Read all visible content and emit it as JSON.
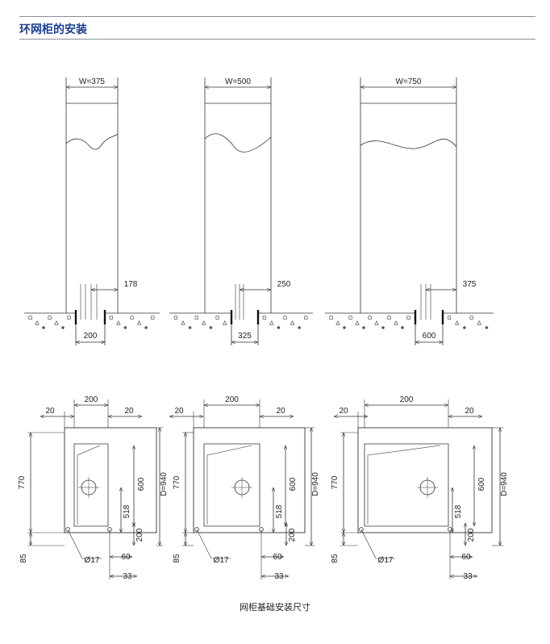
{
  "page": {
    "title": "环网柜的安装",
    "caption": "网柜基础安装尺寸"
  },
  "elevations": [
    {
      "width_label": "W=375",
      "offset_label": "178",
      "base_label": "200"
    },
    {
      "width_label": "W=500",
      "offset_label": "250",
      "base_label": "325"
    },
    {
      "width_label": "W=750",
      "offset_label": "375",
      "base_label": "600"
    }
  ],
  "plans": [
    {
      "top_width": "200",
      "left_margin": "20",
      "right_margin": "20",
      "height_770": "770",
      "height_600": "600",
      "depth": "D=940",
      "height_518": "518",
      "height_200": "200",
      "height_85": "85",
      "hole": "Ø17",
      "dim_60": "60",
      "dim_33": "33"
    },
    {
      "top_width": "200",
      "left_margin": "20",
      "right_margin": "20",
      "height_770": "770",
      "height_600": "600",
      "depth": "D=940",
      "height_518": "518",
      "height_200": "200",
      "height_85": "85",
      "hole": "Ø17",
      "dim_60": "60",
      "dim_33": "33"
    },
    {
      "top_width": "200",
      "left_margin": "20",
      "right_margin": "20",
      "height_770": "770",
      "height_600": "600",
      "depth": "D=940",
      "height_518": "518",
      "height_200": "200",
      "height_85": "85",
      "hole": "Ø17",
      "dim_60": "60",
      "dim_33": "33"
    }
  ],
  "colors": {
    "title": "#1c3f8f",
    "line": "#333333",
    "rule": "#8a8f98"
  }
}
